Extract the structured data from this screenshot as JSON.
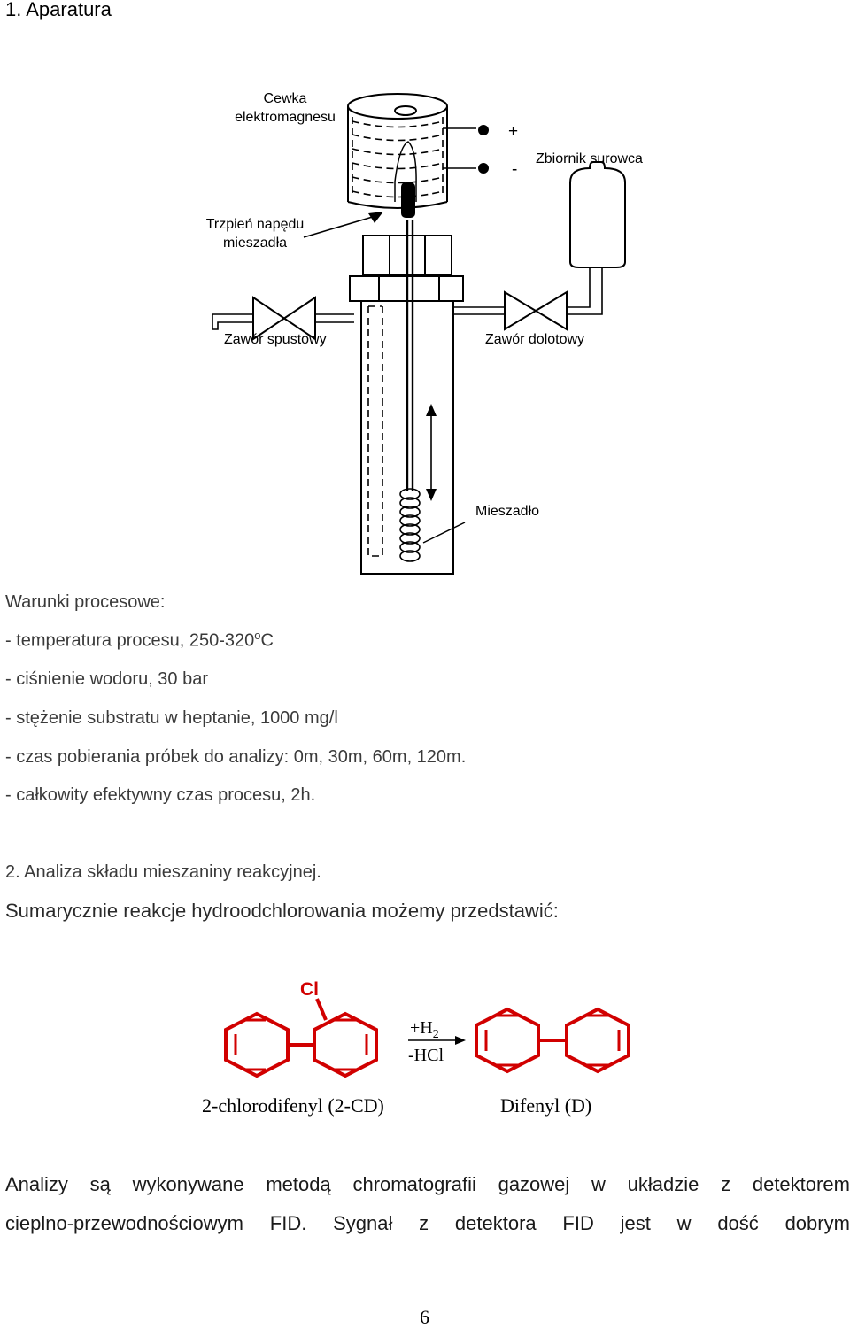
{
  "heading": "1. Aparatura",
  "apparatus": {
    "coil_label": [
      "Cewka",
      "elektromagnesu"
    ],
    "shaft_label": [
      "Trzpień napędu",
      "mieszadła"
    ],
    "drain_valve": "Zawór spustowy",
    "inlet_valve": "Zawór dolotowy",
    "tank_label": "Zbiornik surowca",
    "plus": "+",
    "minus": "-",
    "stirrer_label": "Mieszadło"
  },
  "conditions": {
    "title": "Warunki procesowe:",
    "items": [
      {
        "pre": "- temperatura procesu, 250-320",
        "sup": "o",
        "post": "C"
      },
      {
        "pre": "- ciśnienie wodoru, 30 bar"
      },
      {
        "pre": "- stężenie substratu w heptanie, 1000 mg/l"
      },
      {
        "pre": "- czas pobierania próbek do analizy: 0m, 30m, 60m, 120m."
      },
      {
        "pre": "- całkowity efektywny czas procesu, 2h."
      }
    ]
  },
  "section2": {
    "title": "2. Analiza składu mieszaniny reakcyjnej.",
    "intro": "Sumarycznie reakcje hydroodchlorowania możemy przedstawić:"
  },
  "reaction": {
    "cl": "Cl",
    "reagent_top": "+H",
    "reagent_top_sub": "2",
    "reagent_bottom": "-HCl",
    "reactant_name": "2-chlorodifenyl (2-CD)",
    "product_name": "Difenyl (D)",
    "color": "#d10000"
  },
  "body_lines": [
    [
      "Analizy",
      "są",
      "wykonywane",
      "metodą",
      "chromatografii",
      "gazowej",
      "w",
      "układzie",
      "z",
      "detektorem"
    ],
    [
      "cieplno-przewodnościowym",
      "FID.",
      "Sygnał",
      "z",
      "detektora",
      "FID",
      "jest",
      "w",
      "dość",
      "dobrym"
    ]
  ],
  "page_number": "6"
}
